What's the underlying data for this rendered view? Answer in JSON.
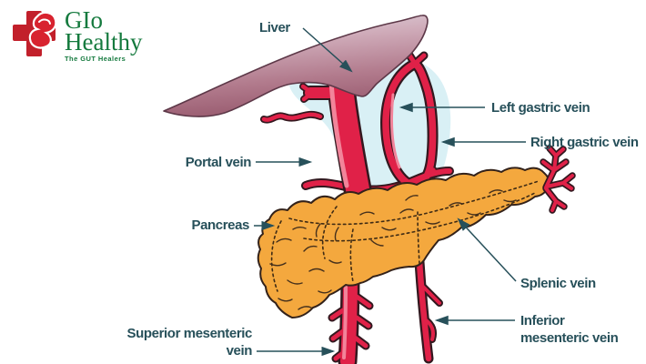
{
  "logo": {
    "brand_line1": "GIo",
    "brand_line2": "Healthy",
    "tagline": "The GUT Healers",
    "brand_color": "#157a3e",
    "cross_color": "#c2202b",
    "stomach_icon_color": "#d8232f"
  },
  "diagram": {
    "labels": {
      "liver": "Liver",
      "left_gastric_vein": "Left gastric vein",
      "right_gastric_vein": "Right gastric vein",
      "portal_vein": "Portal vein",
      "pancreas": "Pancreas",
      "splenic_vein": "Splenic vein",
      "superior_mesenteric_vein": "Superior mesenteric\nvein",
      "inferior_mesenteric_vein": "Inferior\nmesenteric vein"
    },
    "colors": {
      "background": "#ffffff",
      "vein_red": "#e02148",
      "vein_outline": "#33181f",
      "vein_highlight": "#f2849a",
      "pancreas_orange": "#f4a83e",
      "pancreas_outline": "#33221a",
      "liver_light": "#e6e4ec",
      "liver_mid": "#b27b8d",
      "liver_dark": "#8e4e63",
      "stomach_blue": "#d9f0f5",
      "label_text": "#27505a"
    }
  }
}
